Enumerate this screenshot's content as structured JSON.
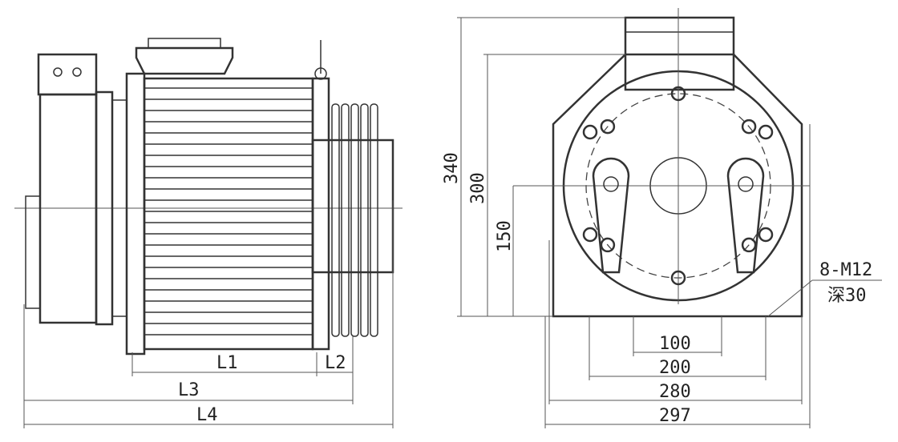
{
  "side_view": {
    "dimensions": {
      "l1": "L1",
      "l2": "L2",
      "l3": "L3",
      "l4": "L4"
    }
  },
  "front_view": {
    "dimensions": {
      "h340": "340",
      "h300": "300",
      "h150": "150",
      "w100": "100",
      "w200": "200",
      "w280": "280",
      "w297": "297"
    },
    "bolt_note": {
      "spec": "8-M12",
      "depth": "深30"
    }
  },
  "colors": {
    "line": "#333333",
    "background": "#ffffff"
  }
}
